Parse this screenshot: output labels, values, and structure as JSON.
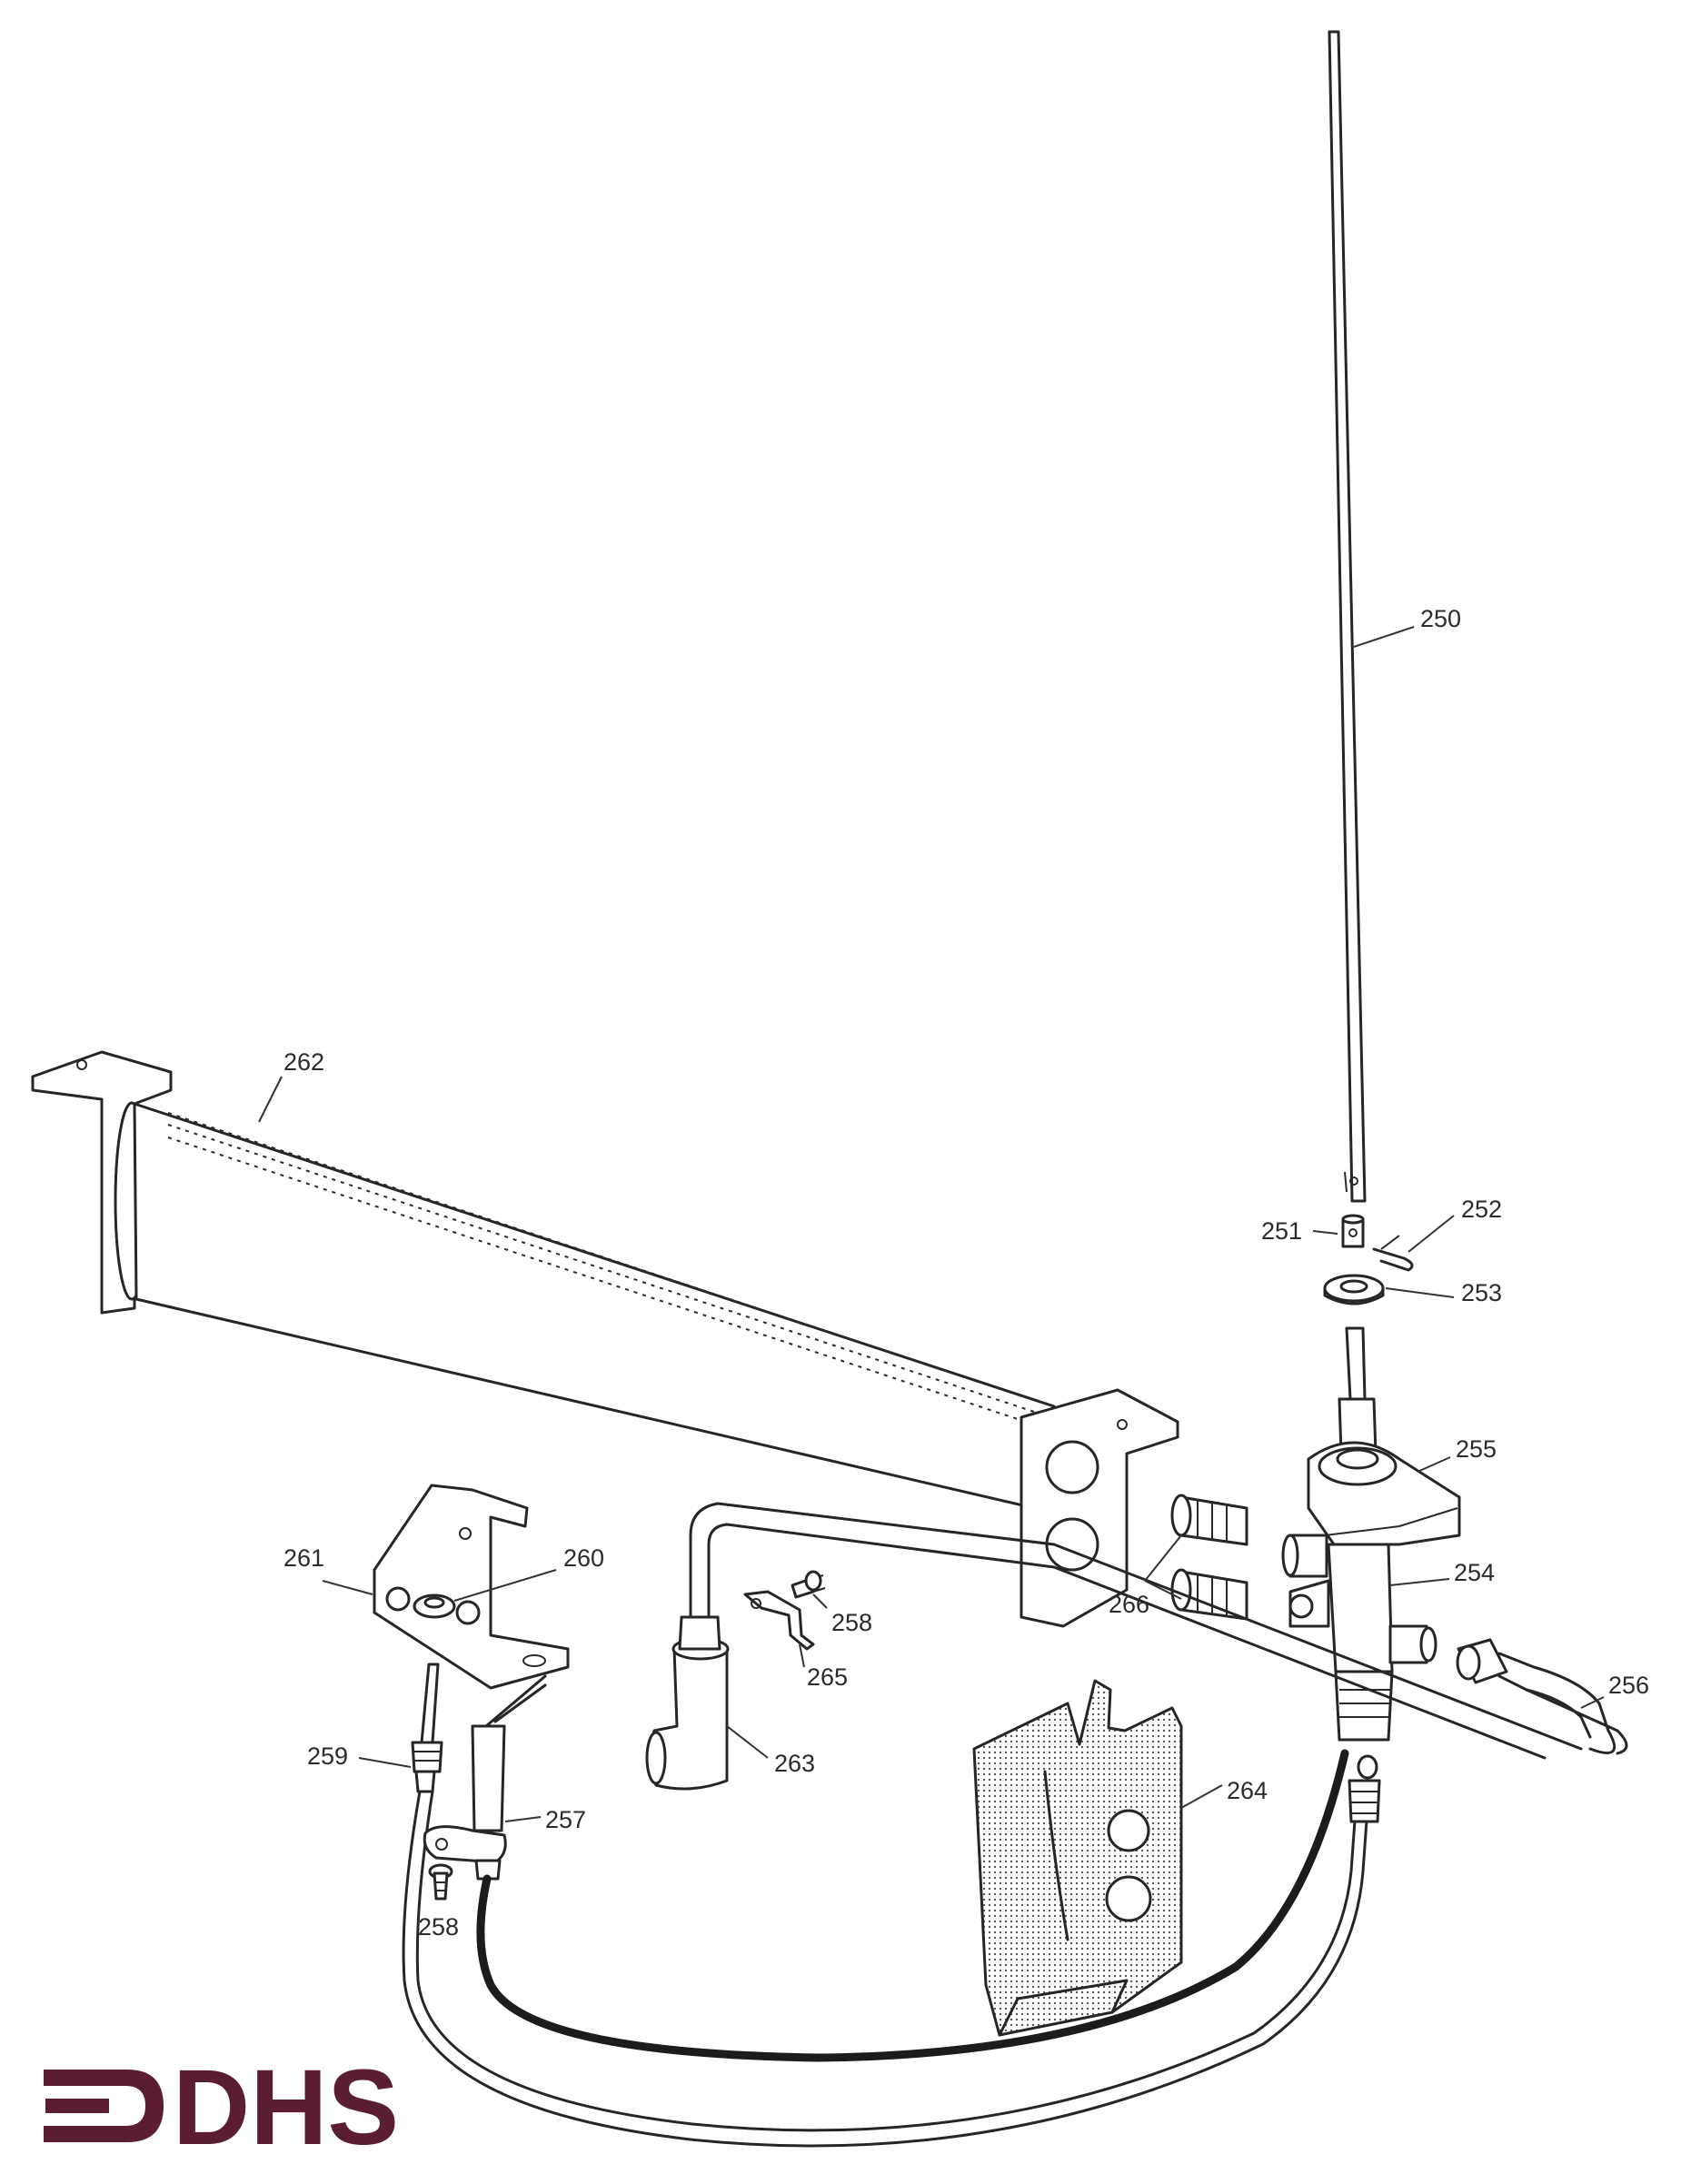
{
  "callouts": {
    "c250": "250",
    "c251": "251",
    "c252": "252",
    "c253": "253",
    "c254": "254",
    "c255": "255",
    "c256": "256",
    "c257": "257",
    "c258a": "258",
    "c258b": "258",
    "c259": "259",
    "c260": "260",
    "c261": "261",
    "c262": "262",
    "c263": "263",
    "c264": "264",
    "c265": "265",
    "c266": "266"
  },
  "logo": {
    "text": "DHS",
    "color": "#5a1e2e"
  }
}
